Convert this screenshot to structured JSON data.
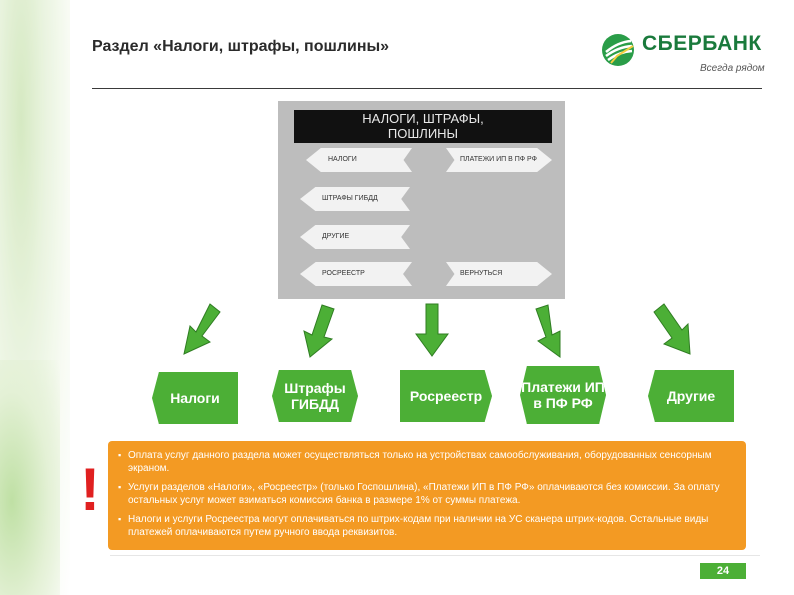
{
  "title": "Раздел «Налоги, штрафы, пошлины»",
  "logo": {
    "name": "СБЕРБАНК",
    "tagline": "Всегда рядом"
  },
  "kiosk": {
    "header_line1": "НАЛОГИ, ШТРАФЫ,",
    "header_line2": "ПОШЛИНЫ",
    "buttons": [
      {
        "label": "НАЛОГИ"
      },
      {
        "label": "ПЛАТЕЖИ ИП В ПФ РФ"
      },
      {
        "label": "ШТРАФЫ ГИБДД"
      },
      {
        "label": "ДРУГИЕ"
      },
      {
        "label": "РОСРЕЕСТР"
      },
      {
        "label": "ВЕРНУТЬСЯ"
      }
    ]
  },
  "categories": [
    {
      "label": "Налоги"
    },
    {
      "label": "Штрафы ГИБДД"
    },
    {
      "label": "Росреестр"
    },
    {
      "label": "Платежи ИП в ПФ РФ"
    },
    {
      "label": "Другие"
    }
  ],
  "notes": [
    "Оплата услуг данного раздела может осуществляться только на устройствах самообслуживания, оборудованных сенсорным экраном.",
    "Услуги разделов «Налоги», «Росреестр» (только Госпошлина), «Платежи ИП в ПФ РФ» оплачиваются без комиссии. За оплату остальных услуг может взиматься комиссия банка в размере 1% от суммы платежа.",
    "Налоги и услуги Росреестра могут оплачиваться по штрих-кодам при наличии на УС сканера штрих-кодов. Остальные виды платежей оплачиваются путем ручного ввода реквизитов."
  ],
  "warning_mark": "!",
  "page_number": "24",
  "colors": {
    "brand_green": "#1a7a3c",
    "category_green": "#4caf36",
    "note_orange": "#f39a23",
    "warning_red": "#e02020"
  }
}
